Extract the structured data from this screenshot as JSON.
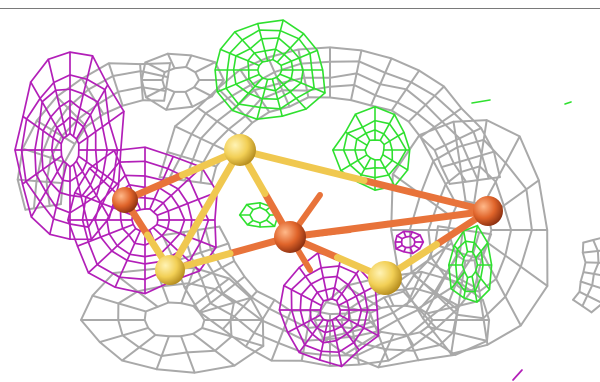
{
  "scene": {
    "kind": "molecular-density-render",
    "background_color": "#ffffff",
    "colors": {
      "grey_mesh": "#a9a9a9",
      "magenta_mesh": "#b21fb8",
      "green_mesh": "#2fe02f",
      "iron_atom": "#e0642a",
      "sulfur_atom": "#f2cf55",
      "bond_iron": "#e8733a",
      "bond_sulfur": "#f0c850"
    },
    "atoms": [
      "iron",
      "iron",
      "iron",
      "sulfur",
      "sulfur",
      "sulfur"
    ],
    "meshes": [
      "grey-density-mesh",
      "magenta-density-mesh",
      "green-density-mesh"
    ]
  }
}
